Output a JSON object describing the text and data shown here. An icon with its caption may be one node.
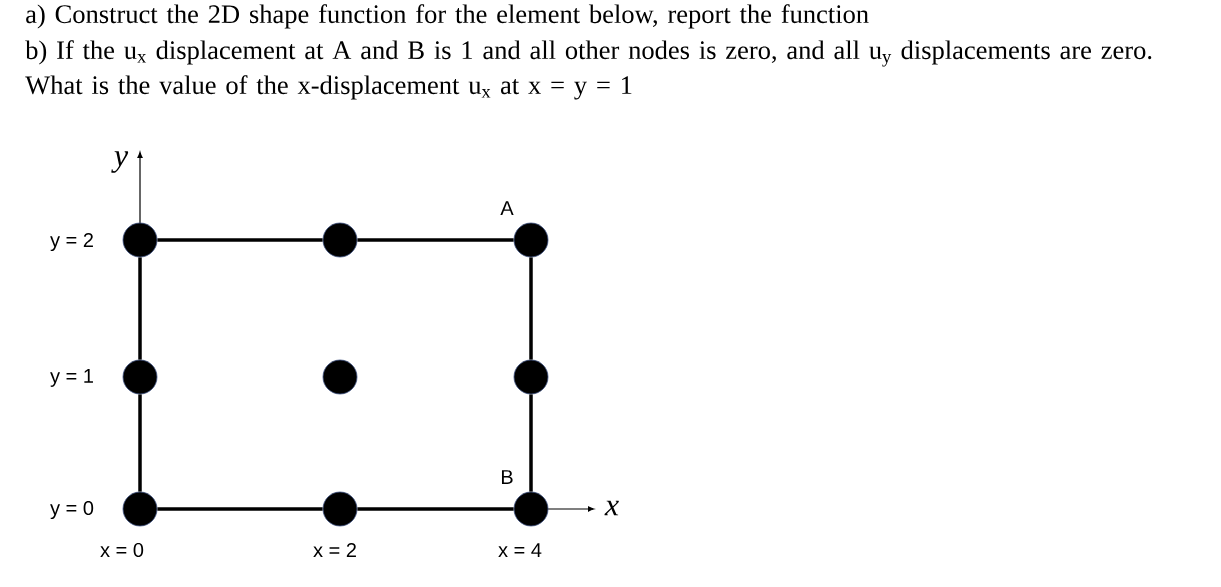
{
  "diagram": {
    "nodes": [
      {
        "text": [],
        "shape": "circle"
      },
      {
        "text": [],
        "shape": "circle"
      },
      {
        "text": [],
        "shape": "circle",
        "beside": [
          "A"
        ]
      },
      {
        "text": [],
        "shape": "circle"
      },
      {
        "text": [],
        "shape": "circle"
      },
      {
        "text": [],
        "shape": "circle"
      },
      {
        "text": [],
        "shape": "circle"
      },
      {
        "text": [],
        "shape": "circle"
      },
      {
        "text": [],
        "shape": "circle",
        "beside": [
          "B"
        ]
      }
    ],
    "edges": [
      {
        "from": 0,
        "to": 1,
        "arrow": "none"
      },
      {
        "from": 1,
        "to": 2,
        "arrow": "none"
      },
      {
        "from": 2,
        "to": 5,
        "arrow": "none"
      },
      {
        "from": 5,
        "to": 8,
        "arrow": "none"
      },
      {
        "from": 8,
        "to": 7,
        "arrow": "none"
      },
      {
        "from": 7,
        "to": 6,
        "arrow": "none"
      },
      {
        "from": 6,
        "to": 3,
        "arrow": "none"
      },
      {
        "from": 3,
        "to": 0,
        "arrow": "none"
      }
    ],
    "labels": [
      "a) Construct the 2D shape function for the element below, report the function",
      "b) If the u$_{x}$ displacement at A and B is 1 and all other nodes is zero, and all u$_{y}$ displacements are zero. What is the value of the x-displacement u$_{x}$ at x = y = 1",
      "y",
      "y = 2",
      "y = 1",
      "y = 0",
      "x",
      "x =  0",
      "x = 2",
      "x = 4"
    ]
  }
}
